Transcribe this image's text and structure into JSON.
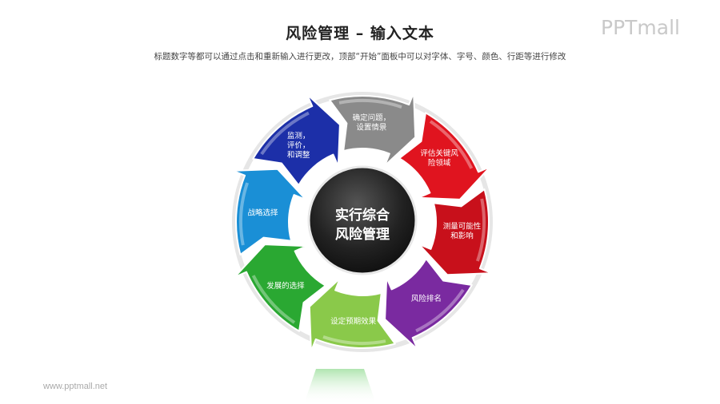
{
  "header": {
    "title": "风险管理 – 输入文本",
    "subtitle": "标题数字等都可以通过点击和重新输入进行更改，顶部“开始”面板中可以对字体、字号、颜色、行距等进行修改"
  },
  "brand": {
    "logo": "PPTmall",
    "website": "www.pptmall.net"
  },
  "diagram": {
    "center": [
      "实行综合",
      "风险管理"
    ],
    "center_color": "#2a2a2a",
    "segments": [
      {
        "lines": [
          "评估关键风",
          "险领域"
        ],
        "color": "#e0141f"
      },
      {
        "lines": [
          "测量可能性",
          "和影响"
        ],
        "color": "#c8101b"
      },
      {
        "lines": [
          "风险排名"
        ],
        "color": "#7a2aa0"
      },
      {
        "lines": [
          "设定预期效果"
        ],
        "color": "#8ac94a"
      },
      {
        "lines": [
          "发展的选择"
        ],
        "color": "#2aa832"
      },
      {
        "lines": [
          "战略选择"
        ],
        "color": "#1a8fd6"
      },
      {
        "lines": [
          "监测，",
          "评价，",
          "和调整"
        ],
        "color": "#1c2fa8"
      },
      {
        "lines": [
          "确定问题，",
          "设置情景"
        ],
        "color": "#8a8a8a"
      }
    ]
  }
}
